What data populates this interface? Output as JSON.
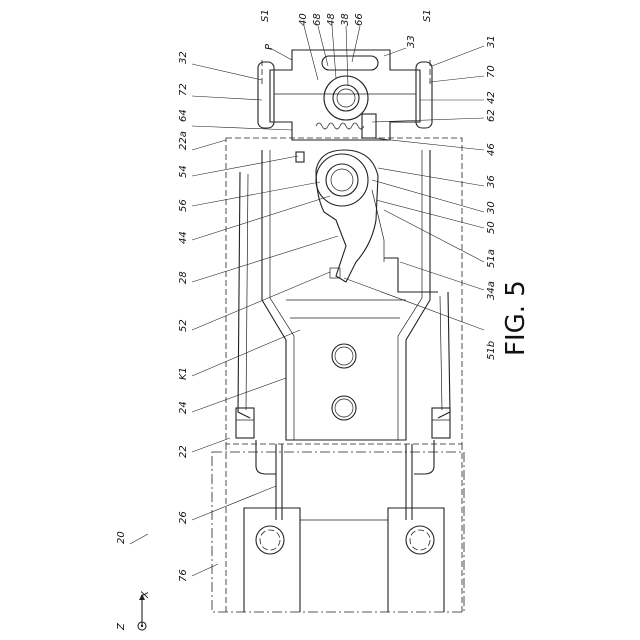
{
  "figure": {
    "caption": "FIG. 5",
    "axes": {
      "x_label": "X",
      "z_label": "Z"
    },
    "reference_numerals": {
      "n_s1": "S1",
      "n_s1_b": "S1",
      "n_p": "P",
      "n_40": "40",
      "n_68": "68",
      "n_48": "48",
      "n_38": "38",
      "n_66": "66",
      "n_33": "33",
      "n_31": "31",
      "n_32": "32",
      "n_70": "70",
      "n_72": "72",
      "n_42": "42",
      "n_64": "64",
      "n_62": "62",
      "n_22a": "22a",
      "n_46": "46",
      "n_54": "54",
      "n_36": "36",
      "n_56": "56",
      "n_30": "30",
      "n_44": "44",
      "n_50": "50",
      "n_28": "28",
      "n_51a": "51a",
      "n_34a": "34a",
      "n_52": "52",
      "n_51b": "51b",
      "n_k1": "K1",
      "n_24": "24",
      "n_22": "22",
      "n_20": "20",
      "n_26": "26",
      "n_76": "76"
    }
  }
}
